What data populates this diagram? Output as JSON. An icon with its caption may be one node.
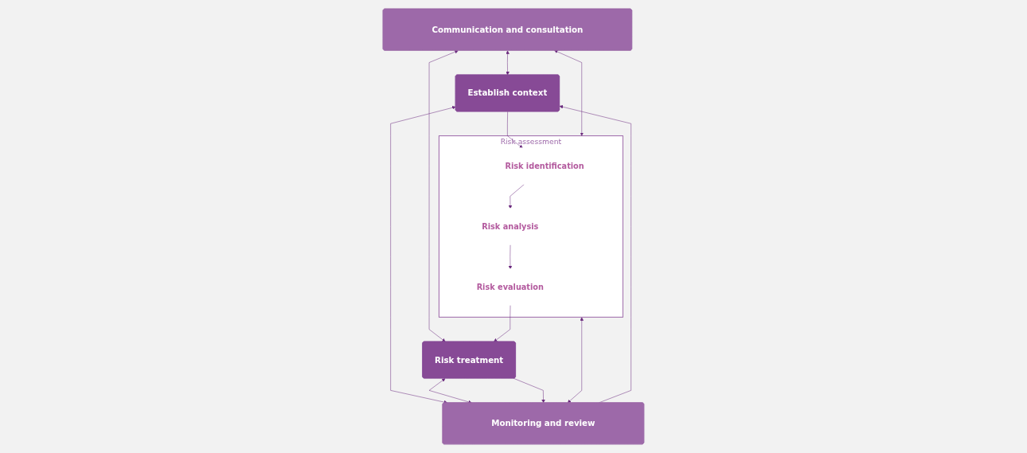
{
  "diagram": {
    "nodes": [
      {
        "text": [
          "Communication and consultation"
        ]
      },
      {
        "text": [
          "Establish context"
        ]
      },
      {
        "text": [
          "Risk assessment"
        ]
      },
      {
        "text": [
          "Risk identification"
        ],
        "in": 2
      },
      {
        "text": [
          "Risk analysis"
        ],
        "in": 2
      },
      {
        "text": [
          "Risk evaluation"
        ],
        "in": 2
      },
      {
        "text": [
          "Risk treatment"
        ]
      },
      {
        "text": [
          "Monitoring and review"
        ]
      }
    ],
    "edges": [
      {
        "from": 0,
        "to": 1,
        "arrow": "both"
      },
      {
        "from": 1,
        "to": 7,
        "arrow": "both"
      },
      {
        "from": 0,
        "to": 2,
        "arrow": "both"
      },
      {
        "from": 2,
        "to": 7,
        "arrow": "both"
      },
      {
        "from": 0,
        "to": 6,
        "arrow": "both"
      },
      {
        "from": 6,
        "to": 7,
        "arrow": "both"
      },
      {
        "from": 1,
        "to": 3,
        "arrow": "to"
      },
      {
        "from": 3,
        "to": 4,
        "arrow": "to"
      },
      {
        "from": 4,
        "to": 5,
        "arrow": "to"
      },
      {
        "from": 5,
        "to": 6,
        "arrow": "to"
      },
      {
        "from": 7,
        "to": 1,
        "arrow": "to"
      },
      {
        "from": 6,
        "to": 7,
        "arrow": "to"
      }
    ]
  }
}
